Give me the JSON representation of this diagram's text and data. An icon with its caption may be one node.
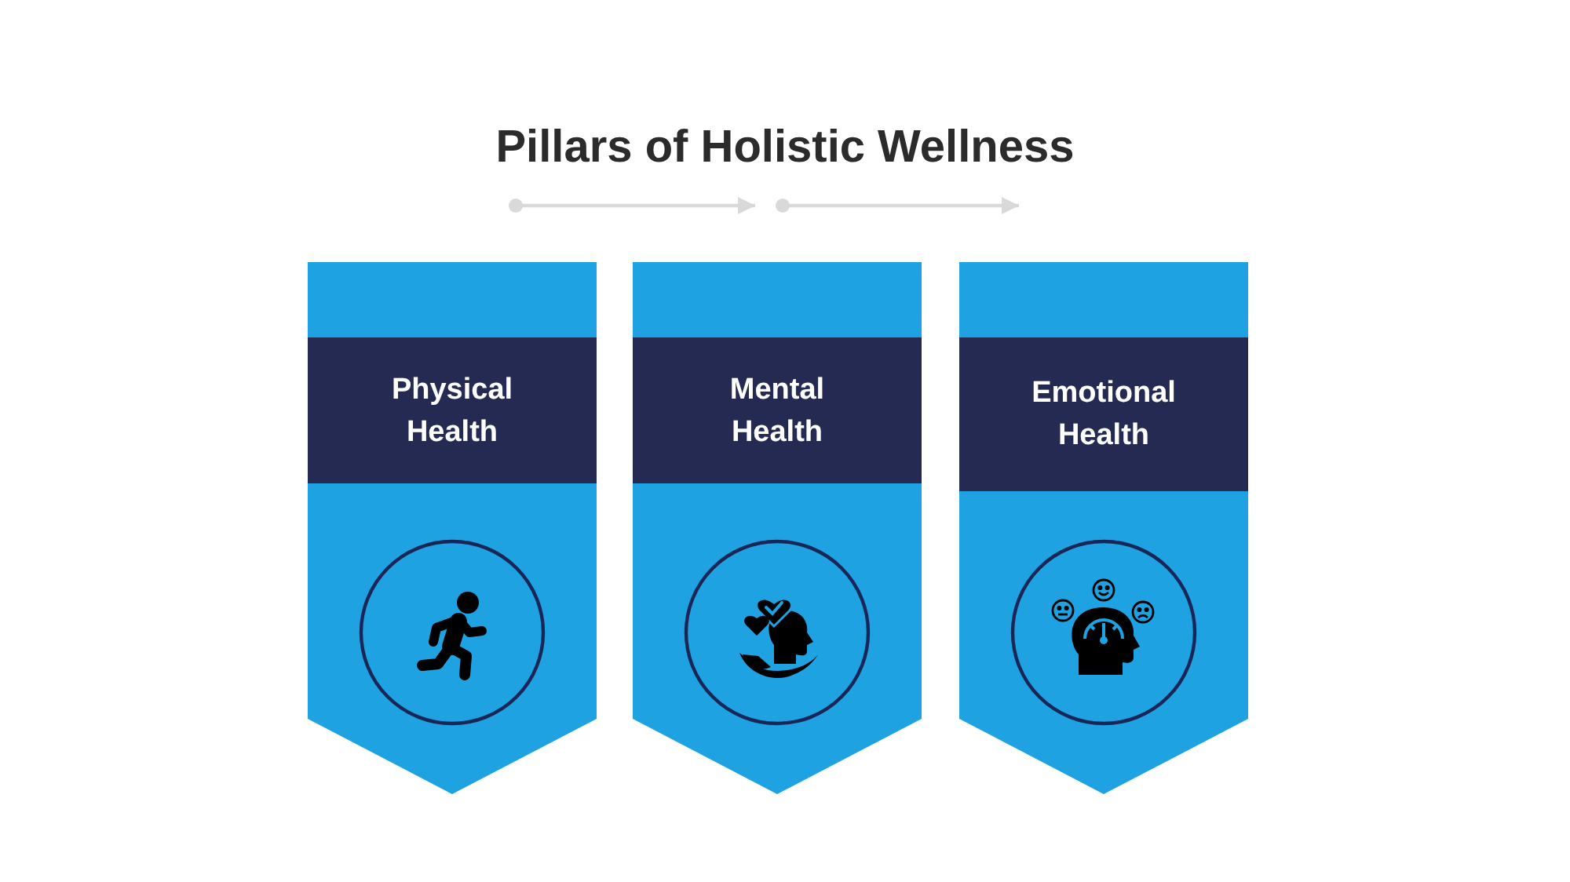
{
  "diagram": {
    "title": "Pillars of Holistic Wellness",
    "nodes": [
      {
        "text": [
          "Physical Health"
        ]
      },
      {
        "text": [
          "Mental Health"
        ]
      },
      {
        "text": [
          "Emotional Health"
        ]
      }
    ]
  }
}
